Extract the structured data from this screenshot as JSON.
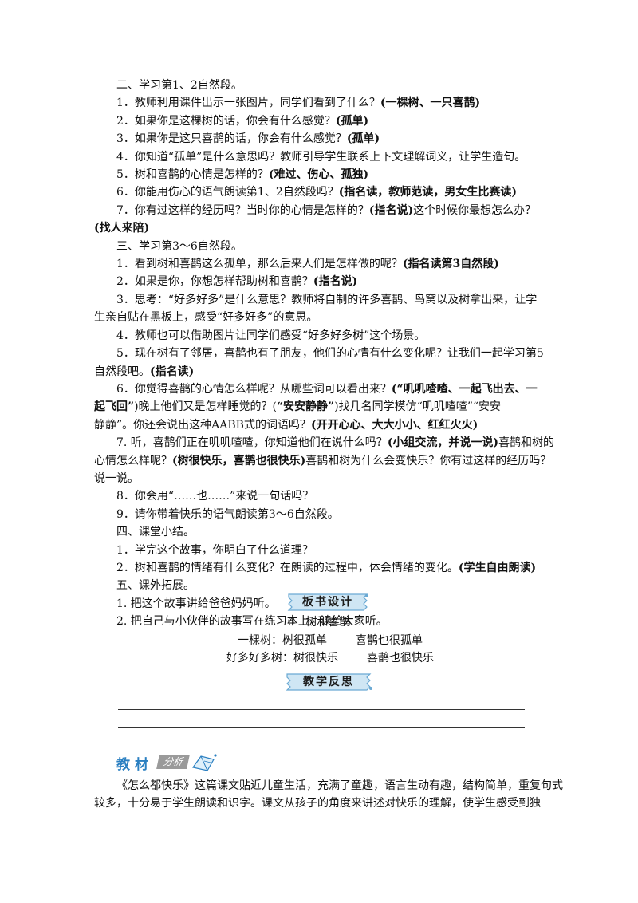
{
  "lesson": {
    "lines": [
      {
        "indent": true,
        "parts": [
          {
            "t": "二、学习第1、2自然段。"
          }
        ]
      },
      {
        "indent": true,
        "parts": [
          {
            "t": "1．教师利用课件出示一张图片，同学们看到了什么？"
          },
          {
            "t": "(一棵树、一只喜鹊)",
            "b": true
          }
        ]
      },
      {
        "indent": true,
        "parts": [
          {
            "t": "2．如果你是这棵树的话，你会有什么感觉？"
          },
          {
            "t": "(孤单)",
            "b": true
          }
        ]
      },
      {
        "indent": true,
        "parts": [
          {
            "t": "3．如果你是这只喜鹊的话，你会有什么感觉？"
          },
          {
            "t": "(孤单)",
            "b": true
          }
        ]
      },
      {
        "indent": true,
        "parts": [
          {
            "t": "4．你知道“孤单”是什么意思吗？教师引导学生联系上下文理解词义，让学生造句。"
          }
        ]
      },
      {
        "indent": true,
        "parts": [
          {
            "t": "5．树和喜鹊的心情是怎样的？"
          },
          {
            "t": "(难过、伤心、孤独)",
            "b": true
          }
        ]
      },
      {
        "indent": true,
        "parts": [
          {
            "t": "6．你能用伤心的语气朗读第1、2自然段吗？"
          },
          {
            "t": "(指名读，教师范读，男女生比赛读)",
            "b": true
          }
        ]
      },
      {
        "indent": true,
        "parts": [
          {
            "t": "7．你有过这样的经历吗？当时你的心情是怎样的？"
          },
          {
            "t": "(指名说)",
            "b": true
          },
          {
            "t": "这个时候你最想怎么办？"
          }
        ]
      },
      {
        "indent": false,
        "parts": [
          {
            "t": "(找人来陪)",
            "b": true
          }
        ]
      },
      {
        "indent": true,
        "parts": [
          {
            "t": "三、学习第3～6自然段。"
          }
        ]
      },
      {
        "indent": true,
        "parts": [
          {
            "t": "1．看到树和喜鹊这么孤单，那么后来人们是怎样做的呢？"
          },
          {
            "t": "(指名读第3自然段)",
            "b": true
          }
        ]
      },
      {
        "indent": true,
        "parts": [
          {
            "t": "2．如果是你，你想怎样帮助树和喜鹊？"
          },
          {
            "t": "(指名说)",
            "b": true
          }
        ]
      },
      {
        "indent": true,
        "parts": [
          {
            "t": "3．思考：“好多好多”是什么意思？教师将自制的许多喜鹊、鸟窝以及树拿出来，让学"
          }
        ]
      },
      {
        "indent": false,
        "parts": [
          {
            "t": "生亲自贴在黑板上，感受“好多好多”的意思。"
          }
        ]
      },
      {
        "indent": true,
        "parts": [
          {
            "t": "4．教师也可以借助图片让同学们感受“好多好多树”这个场景。"
          }
        ]
      },
      {
        "indent": true,
        "parts": [
          {
            "t": "5．现在树有了邻居，喜鹊也有了朋友，他们的心情有什么变化呢？让我们一起学习第5"
          }
        ]
      },
      {
        "indent": false,
        "parts": [
          {
            "t": "自然段吧。"
          },
          {
            "t": "(指名读)",
            "b": true
          }
        ]
      },
      {
        "indent": true,
        "parts": [
          {
            "t": "6．你觉得喜鹊的心情怎么样呢？从哪些词可以看出来？"
          },
          {
            "t": "(“叽叽喳喳、一起飞出去、一",
            "b": true
          }
        ]
      },
      {
        "indent": false,
        "parts": [
          {
            "t": "起飞回”",
            "b": true
          },
          {
            "t": ")晚上他们又是怎样睡觉的？("
          },
          {
            "t": "“安安静静”",
            "b": true
          },
          {
            "t": ")找几名同学模仿“叽叽喳喳”“安安"
          }
        ]
      },
      {
        "indent": false,
        "parts": [
          {
            "t": "静静”。你还会说出这种AABB式的词语吗？"
          },
          {
            "t": "(开开心心、大大小小、红红火火)",
            "b": true
          }
        ]
      },
      {
        "indent": true,
        "parts": [
          {
            "t": "7. 听，喜鹊们正在叽叽喳喳，你知道他们在说什么吗？"
          },
          {
            "t": "(小组交流，并说一说)",
            "b": true
          },
          {
            "t": "喜鹊和树的"
          }
        ]
      },
      {
        "indent": false,
        "parts": [
          {
            "t": "心情怎么样呢？"
          },
          {
            "t": "(树很快乐，喜鹊也很快乐)",
            "b": true
          },
          {
            "t": "喜鹊和树为什么会变快乐？你有过这样的经历吗？"
          }
        ]
      },
      {
        "indent": false,
        "parts": [
          {
            "t": "说一说。"
          }
        ]
      },
      {
        "indent": true,
        "parts": [
          {
            "t": "8．你会用“……也……”来说一句话吗？"
          }
        ]
      },
      {
        "indent": true,
        "parts": [
          {
            "t": "9．请你带着快乐的语气朗读第3～6自然段。"
          }
        ]
      },
      {
        "indent": true,
        "parts": [
          {
            "t": "四、课堂小结。"
          }
        ]
      },
      {
        "indent": true,
        "parts": [
          {
            "t": "1．学完这个故事，你明白了什么道理？"
          }
        ]
      },
      {
        "indent": true,
        "parts": [
          {
            "t": "2．树和喜鹊的情绪有什么变化？在朗读的过程中，体会情绪的变化。"
          },
          {
            "t": "(学生自由朗读)",
            "b": true
          }
        ]
      },
      {
        "indent": true,
        "parts": [
          {
            "t": "五、课外拓展。"
          }
        ]
      },
      {
        "indent": true,
        "parts": [
          {
            "t": "1. 把这个故事讲给爸爸妈妈听。"
          }
        ]
      },
      {
        "indent": true,
        "parts": [
          {
            "t": "2. 把自己与小伙伴的故事写在练习本上，读给大家听。"
          }
        ]
      }
    ]
  },
  "board_design": {
    "heading": "板书设计",
    "title": "6　树和喜鹊",
    "row1_left": "一棵树：树很孤单",
    "row1_right": "喜鹊也很孤单",
    "row2_left": "好多好多树：树很快乐",
    "row2_right": "喜鹊也很快乐"
  },
  "reflection": {
    "heading": "教学反思"
  },
  "analysis": {
    "heading_main": "教 材",
    "heading_tag": "分析",
    "lines": [
      {
        "indent": true,
        "text": "《怎么都快乐》这篇课文贴近儿童生活，充满了童趣，语言生动有趣，结构简单，重复句式"
      },
      {
        "indent": false,
        "text": "较多，十分易于学生朗读和识字。课文从孩子的角度来讲述对快乐的理解，使学生感受到独"
      }
    ]
  },
  "colors": {
    "banner_fill": "#cfe6f4",
    "banner_stroke": "#6aa9d3",
    "analysis_accent": "#2a7fc1",
    "analysis_tag_fill": "#9a9a9a"
  }
}
